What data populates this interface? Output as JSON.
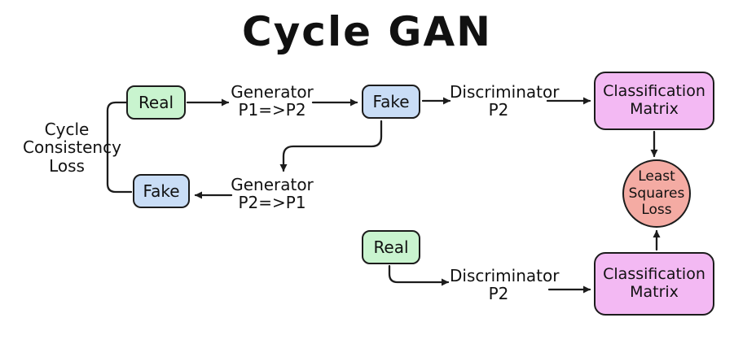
{
  "title": "Cycle GAN",
  "colors": {
    "bg": "#ffffff",
    "real": "#c9f4cf",
    "fake": "#c9ddf6",
    "matrix": "#f3b9f3",
    "loss": "#f4aba3",
    "line": "#1c1c1c"
  },
  "nodes": {
    "real_top": "Real",
    "fake_top": "Fake",
    "fake_bottom": "Fake",
    "real_bottom": "Real",
    "classification_top": "Classification\nMatrix",
    "classification_bottom": "Classification\nMatrix",
    "least_squares_loss": "Least\nSquares\nLoss"
  },
  "labels": {
    "generator_p1_p2": "Generator\nP1=>P2",
    "generator_p2_p1": "Generator\nP2=>P1",
    "discriminator_top": "Discriminator\nP2",
    "discriminator_bottom": "Discriminator\nP2",
    "cycle_consistency_loss": "Cycle\nConsistency\nLoss"
  }
}
